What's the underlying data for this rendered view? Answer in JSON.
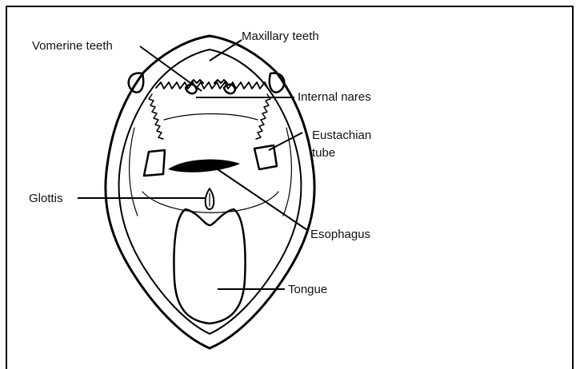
{
  "labels": {
    "vomerine_teeth": "Vomerine teeth",
    "maxillary_teeth": "Maxillary teeth",
    "internal_nares": "Internal nares",
    "eustachian_tube_line1": "Eustachian",
    "eustachian_tube_line2": "tube",
    "glottis": "Glottis",
    "esophagus": "Esophagus",
    "tongue": "Tongue"
  }
}
